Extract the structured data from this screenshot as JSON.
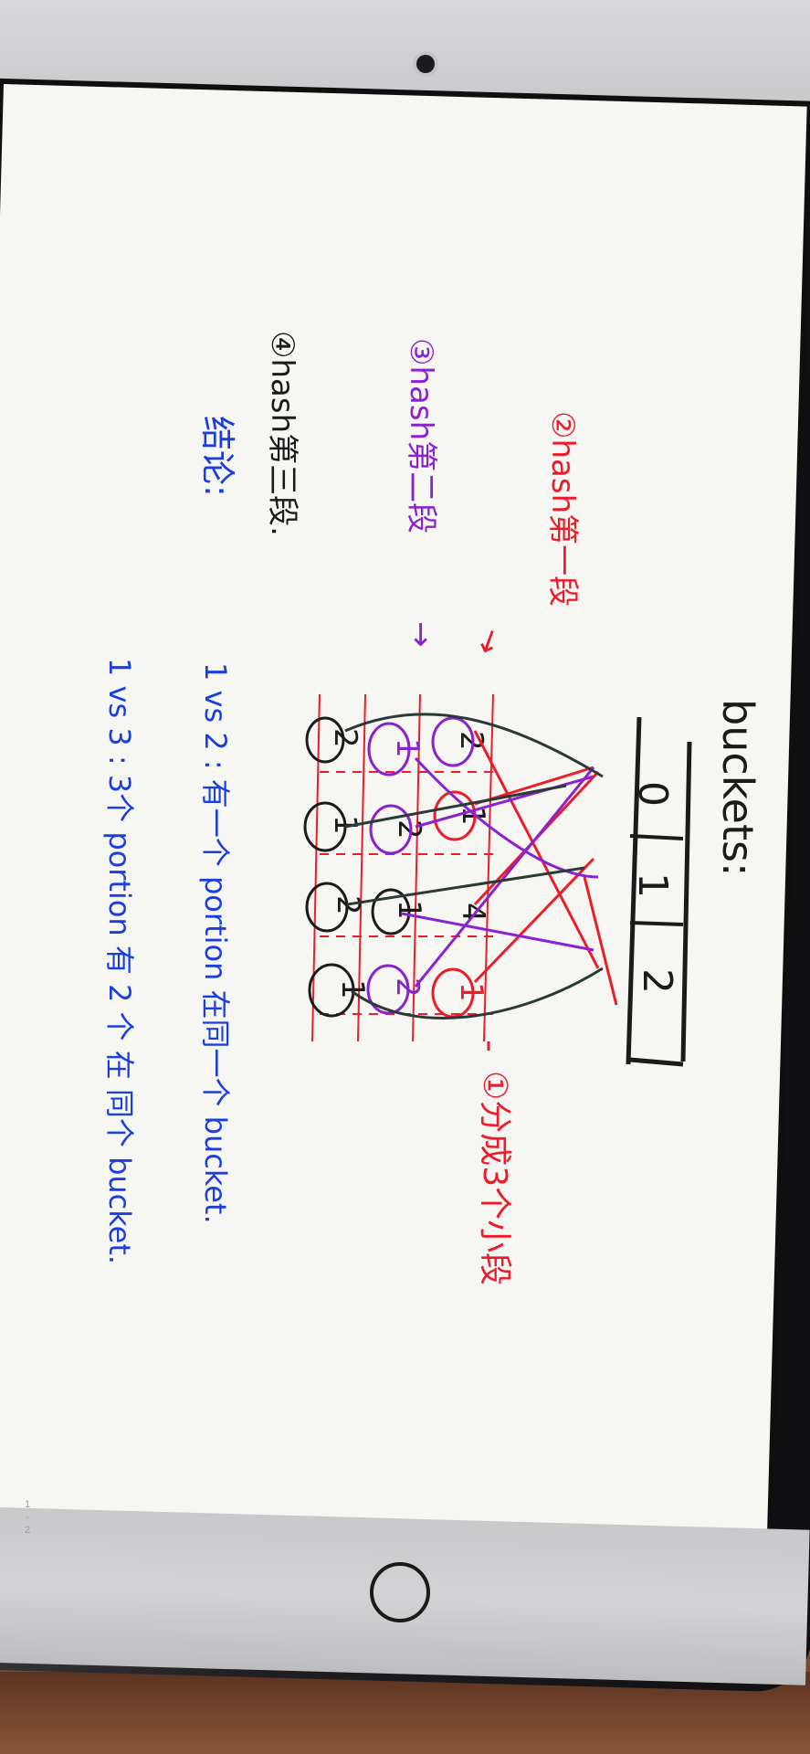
{
  "notes": {
    "title": "buckets:",
    "bucket_labels": [
      "0",
      "1",
      "2"
    ],
    "step1": "①分成3个小段",
    "step2": "②hash第一段",
    "step3": "③hash第二段",
    "step4": "④hash第三段.",
    "conclusion_label": "结论:",
    "conclusion_line1": "1 vs 2 : 有一个 portion 在同一个 bucket.",
    "conclusion_line2": "1 vs 3 : 3个 portion 有 2 个 在 同个 bucket.",
    "col1_values": [
      "2",
      "1",
      "2"
    ],
    "col2_values": [
      "1",
      "2",
      "1"
    ],
    "col3_values": [
      "4",
      "1",
      "2"
    ],
    "col4_values": [
      "1",
      "2",
      "1"
    ],
    "arrow_symbol": "→"
  },
  "page_indicator": [
    "1",
    "-",
    "2"
  ],
  "colors": {
    "black_ink": "#1b1b1b",
    "red_ink": "#ee1c2b",
    "purple_ink": "#8b22d0",
    "blue_ink": "#1a3ee0",
    "dark_green_ink": "#2a3a36",
    "paper": "#f6f6f3"
  }
}
